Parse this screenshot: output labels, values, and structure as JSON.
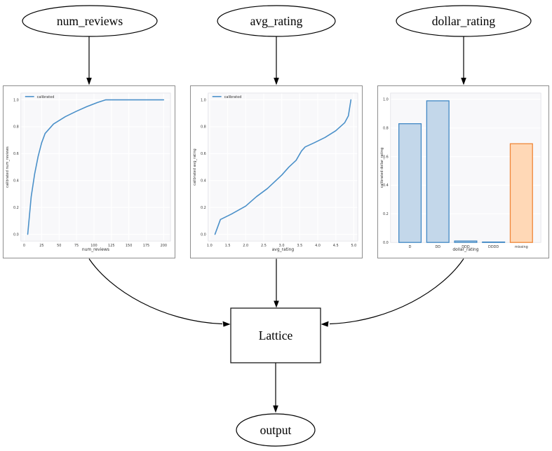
{
  "graph": {
    "inputs": [
      {
        "label": "num_reviews"
      },
      {
        "label": "avg_rating"
      },
      {
        "label": "dollar_rating"
      }
    ],
    "lattice_label": "Lattice",
    "output_label": "output"
  },
  "plot_theme": {
    "bg": "#f8f8fa",
    "grid": "#ffffff",
    "spine": "#e0e0e6",
    "tick_color": "#3a3a3a",
    "label_color": "#2b2b2b",
    "accent_blue": "#4a90c9",
    "accent_orange": "#ef8536"
  },
  "chart_data": [
    {
      "type": "line",
      "title": "",
      "legend": "calibrated",
      "xlabel": "num_reviews",
      "ylabel": "calibrated num_reviews",
      "xlim": [
        0,
        200
      ],
      "ylim": [
        0,
        1
      ],
      "xlim_display": [
        -4.75,
        209.75
      ],
      "xtick_values": [
        0,
        25,
        50,
        75,
        100,
        125,
        150,
        175,
        200
      ],
      "xtick_labels": [
        "0",
        "25",
        "50",
        "75",
        "100",
        "125",
        "150",
        "175",
        "200"
      ],
      "ytick_values": [
        0,
        0.2,
        0.4,
        0.6,
        0.8,
        1
      ],
      "ytick_labels": [
        "0.0",
        "0.2",
        "0.4",
        "0.6",
        "0.8",
        "1.0"
      ],
      "line_color": "#4a90c9",
      "x": [
        5,
        10,
        15,
        20,
        25,
        30,
        42,
        59,
        75,
        90,
        105,
        117,
        200
      ],
      "y": [
        0.0,
        0.28,
        0.45,
        0.58,
        0.68,
        0.75,
        0.82,
        0.875,
        0.915,
        0.95,
        0.98,
        1.0,
        1.0
      ],
      "grid": true,
      "legend_position": "upper left"
    },
    {
      "type": "line",
      "title": "",
      "legend": "calibrated",
      "xlabel": "avg_rating",
      "ylabel": "calibrated avg_rating",
      "xlim": [
        1.0,
        5.0
      ],
      "ylim": [
        0,
        1
      ],
      "xlim_display": [
        0.96,
        5.11
      ],
      "xtick_values": [
        1.0,
        1.5,
        2.0,
        2.5,
        3.0,
        3.5,
        4.0,
        4.5,
        5.0
      ],
      "xtick_labels": [
        "1.0",
        "1.5",
        "2.0",
        "2.5",
        "3.0",
        "3.5",
        "4.0",
        "4.5",
        "5.0"
      ],
      "ytick_values": [
        0,
        0.2,
        0.4,
        0.6,
        0.8,
        1
      ],
      "ytick_labels": [
        "0.0",
        "0.2",
        "0.4",
        "0.6",
        "0.8",
        "1.0"
      ],
      "line_color": "#4a90c9",
      "x": [
        1.15,
        1.3,
        1.6,
        2.0,
        2.3,
        2.6,
        3.0,
        3.2,
        3.4,
        3.55,
        3.65,
        3.9,
        4.2,
        4.5,
        4.75,
        4.85,
        4.92
      ],
      "y": [
        0.0,
        0.11,
        0.15,
        0.21,
        0.28,
        0.34,
        0.44,
        0.5,
        0.55,
        0.62,
        0.65,
        0.68,
        0.72,
        0.77,
        0.83,
        0.88,
        1.0
      ],
      "grid": true,
      "legend_position": "upper left"
    },
    {
      "type": "bar",
      "title": "",
      "xlabel": "dollar_rating",
      "ylabel": "calibrated dollar_rating",
      "ylim": [
        0,
        1
      ],
      "categories": [
        "D",
        "DD",
        "DDD",
        "DDDD",
        "missing"
      ],
      "values": [
        0.83,
        0.99,
        0.01,
        0.003,
        0.69
      ],
      "ytick_values": [
        0,
        0.2,
        0.4,
        0.6,
        0.8,
        1
      ],
      "ytick_labels": [
        "0.0",
        "0.2",
        "0.4",
        "0.6",
        "0.8",
        "1.0"
      ],
      "bar_fill": [
        "#c3d7ea",
        "#c3d7ea",
        "#c3d7ea",
        "#c3d7ea",
        "#ffd8b6"
      ],
      "bar_edge": [
        "#3f87c4",
        "#3f87c4",
        "#3f87c4",
        "#3f87c4",
        "#ef8536"
      ],
      "grid": true
    }
  ]
}
